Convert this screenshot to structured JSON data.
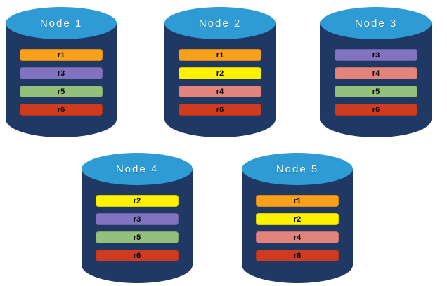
{
  "palette": {
    "cylinder_body": "#1F3864",
    "cylinder_top": "#2E9BD5",
    "r1_orange": "#F9A11B",
    "r2_yellow": "#FFF200",
    "r3_purple": "#8273C1",
    "r4_salmon": "#E3847C",
    "r5_green": "#93C07A",
    "r6_red": "#CE3B1E"
  },
  "nodes": [
    {
      "label": "Node 1",
      "replicas": [
        {
          "label": "r1",
          "color": "#F9A11B"
        },
        {
          "label": "r3",
          "color": "#8273C1"
        },
        {
          "label": "r5",
          "color": "#93C07A"
        },
        {
          "label": "r6",
          "color": "#CE3B1E"
        }
      ]
    },
    {
      "label": "Node 2",
      "replicas": [
        {
          "label": "r1",
          "color": "#F9A11B"
        },
        {
          "label": "r2",
          "color": "#FFF200"
        },
        {
          "label": "r4",
          "color": "#E3847C"
        },
        {
          "label": "r6",
          "color": "#CE3B1E"
        }
      ]
    },
    {
      "label": "Node 3",
      "replicas": [
        {
          "label": "r3",
          "color": "#8273C1"
        },
        {
          "label": "r4",
          "color": "#E3847C"
        },
        {
          "label": "r5",
          "color": "#93C07A"
        },
        {
          "label": "r6",
          "color": "#CE3B1E"
        }
      ]
    },
    {
      "label": "Node 4",
      "replicas": [
        {
          "label": "r2",
          "color": "#FFF200"
        },
        {
          "label": "r3",
          "color": "#8273C1"
        },
        {
          "label": "r5",
          "color": "#93C07A"
        },
        {
          "label": "r6",
          "color": "#CE3B1E"
        }
      ]
    },
    {
      "label": "Node 5",
      "replicas": [
        {
          "label": "r1",
          "color": "#F9A11B"
        },
        {
          "label": "r2",
          "color": "#FFF200"
        },
        {
          "label": "r4",
          "color": "#E3847C"
        },
        {
          "label": "r6",
          "color": "#CE3B1E"
        }
      ]
    }
  ]
}
